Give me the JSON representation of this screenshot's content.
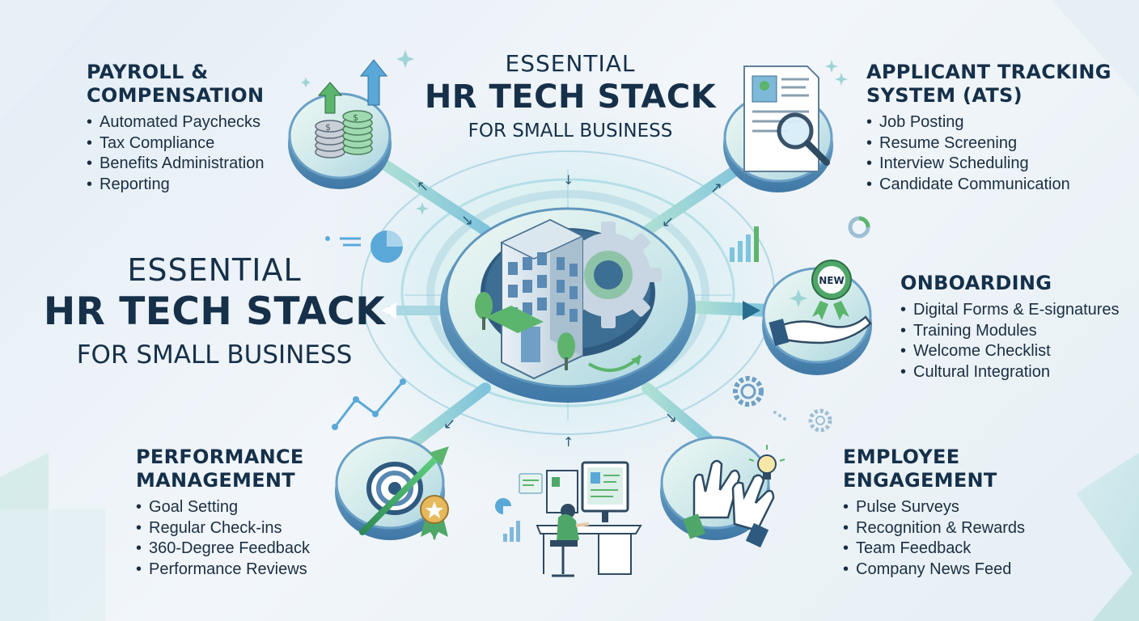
{
  "title_top": {
    "line1": "ESSENTIAL",
    "line2": "HR TECH STACK",
    "line3": "FOR SMALL BUSINESS"
  },
  "title_left": {
    "line1": "ESSENTIAL",
    "line2": "HR TECH STACK",
    "line3": "FOR SMALL BUSINESS"
  },
  "sections": {
    "payroll": {
      "title_line1": "PAYROLL &",
      "title_line2": "COMPENSATION",
      "items": [
        "Automated Paychecks",
        "Tax Compliance",
        "Benefits Administration",
        "Reporting"
      ],
      "icon": "coins-growth-icon"
    },
    "ats": {
      "title_line1": "APPLICANT TRACKING",
      "title_line2": "SYSTEM (ATS)",
      "items": [
        "Job Posting",
        "Resume Screening",
        "Interview Scheduling",
        "Candidate Communication"
      ],
      "icon": "resume-search-icon"
    },
    "onboarding": {
      "title_line1": "ONBOARDING",
      "badge": "NEW",
      "items": [
        "Digital Forms & E-signatures",
        "Training Modules",
        "Welcome Checklist",
        "Cultural Integration"
      ],
      "icon": "new-badge-hand-icon"
    },
    "performance": {
      "title_line1": "PERFORMANCE",
      "title_line2": "MANAGEMENT",
      "items": [
        "Goal Setting",
        "Regular Check-ins",
        "360-Degree Feedback",
        "Performance Reviews"
      ],
      "icon": "target-arrow-icon"
    },
    "engagement": {
      "title_line1": "EMPLOYEE",
      "title_line2": "ENGAGEMENT",
      "items": [
        "Pulse Surveys",
        "Recognition & Rewards",
        "Team Feedback",
        "Company News Feed"
      ],
      "icon": "clapping-hands-icon"
    }
  },
  "hub": {
    "icon": "building-gear-icon"
  },
  "colors": {
    "navy": "#15304a",
    "teal": "#3f9aa8",
    "green": "#5cb56d",
    "light_blue": "#bfe0ec",
    "disc_top": "#d9eef0",
    "disc_side": "#6a9fc3"
  }
}
